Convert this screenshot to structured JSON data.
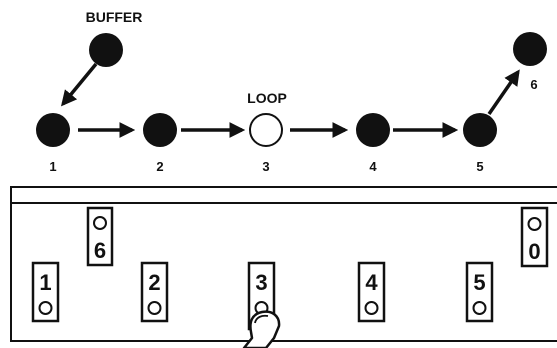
{
  "flow": {
    "buffer_label": "BUFFER",
    "loop_label": "LOOP",
    "nodes": [
      {
        "id": "buffer",
        "label": "",
        "filled": true
      },
      {
        "id": "1",
        "label": "1",
        "filled": true
      },
      {
        "id": "2",
        "label": "2",
        "filled": true
      },
      {
        "id": "3",
        "label": "3",
        "filled": false
      },
      {
        "id": "4",
        "label": "4",
        "filled": true
      },
      {
        "id": "5",
        "label": "5",
        "filled": true
      },
      {
        "id": "6",
        "label": "6",
        "filled": true
      }
    ]
  },
  "panel": {
    "buttons": [
      {
        "label": "1",
        "pressed": false
      },
      {
        "label": "2",
        "pressed": false
      },
      {
        "label": "3",
        "pressed": true
      },
      {
        "label": "4",
        "pressed": false
      },
      {
        "label": "5",
        "pressed": false
      },
      {
        "label": "6",
        "pressed": false
      },
      {
        "label": "0",
        "pressed": false
      }
    ]
  },
  "colors": {
    "ink": "#111111",
    "background": "#ffffff"
  }
}
